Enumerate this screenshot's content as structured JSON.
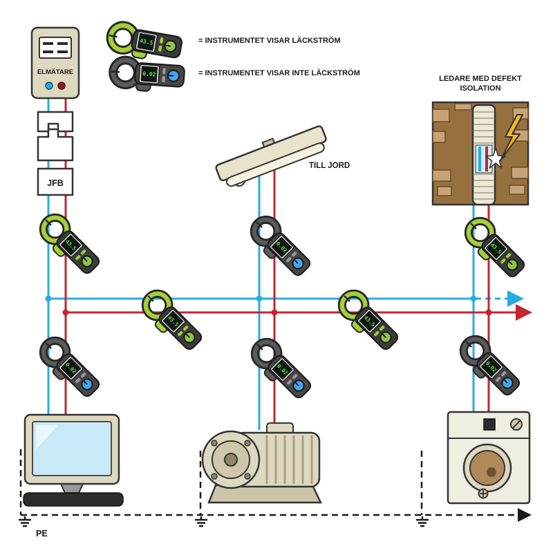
{
  "colors": {
    "wire_live_red": "#C1272D",
    "wire_neutral_blue": "#29ABE2",
    "clamp_green": "#A6CE39",
    "clamp_dark": "#4F4F4F",
    "display_digits_green": "#5CE64E",
    "device_beige": "#DDD8C0",
    "wall_brown": "#96703F",
    "brick_tan": "#C7A478",
    "lightning_yellow": "#FDB913",
    "pe_black": "#1A1A1A"
  },
  "legend": {
    "items": [
      {
        "id": "shows-leakage",
        "clamp_type": "green",
        "reading": "43.5",
        "label": "= INSTRUMENTET VISAR LÄCKSTRÖM"
      },
      {
        "id": "shows-no-leakage",
        "clamp_type": "dark",
        "reading": "0.02",
        "label": "= INSTRUMENTET VISAR INTE LÄCKSTRÖM"
      }
    ]
  },
  "labels": {
    "meter": "ELMÄTARE",
    "breaker": "JFB",
    "to_ground": "TILL JORD",
    "defect_insulation_line1": "LEDARE MED DEFEKT",
    "defect_insulation_line2": "ISOLATION",
    "pe": "PE"
  },
  "clamps": [
    {
      "id": "service-line-clamp",
      "type": "green",
      "reading": "43.5"
    },
    {
      "id": "computer-branch-clamp",
      "type": "dark",
      "reading": "0.02"
    },
    {
      "id": "main-line-clamp-1",
      "type": "green",
      "reading": "43.5"
    },
    {
      "id": "lighting-branch-clamp",
      "type": "dark",
      "reading": "0.02"
    },
    {
      "id": "motor-branch-clamp",
      "type": "dark",
      "reading": "0.02"
    },
    {
      "id": "main-line-clamp-2",
      "type": "green",
      "reading": "43.5"
    },
    {
      "id": "defect-conductor-clamp",
      "type": "green",
      "reading": "43.5"
    },
    {
      "id": "washer-branch-clamp",
      "type": "dark",
      "reading": "0.02"
    }
  ]
}
